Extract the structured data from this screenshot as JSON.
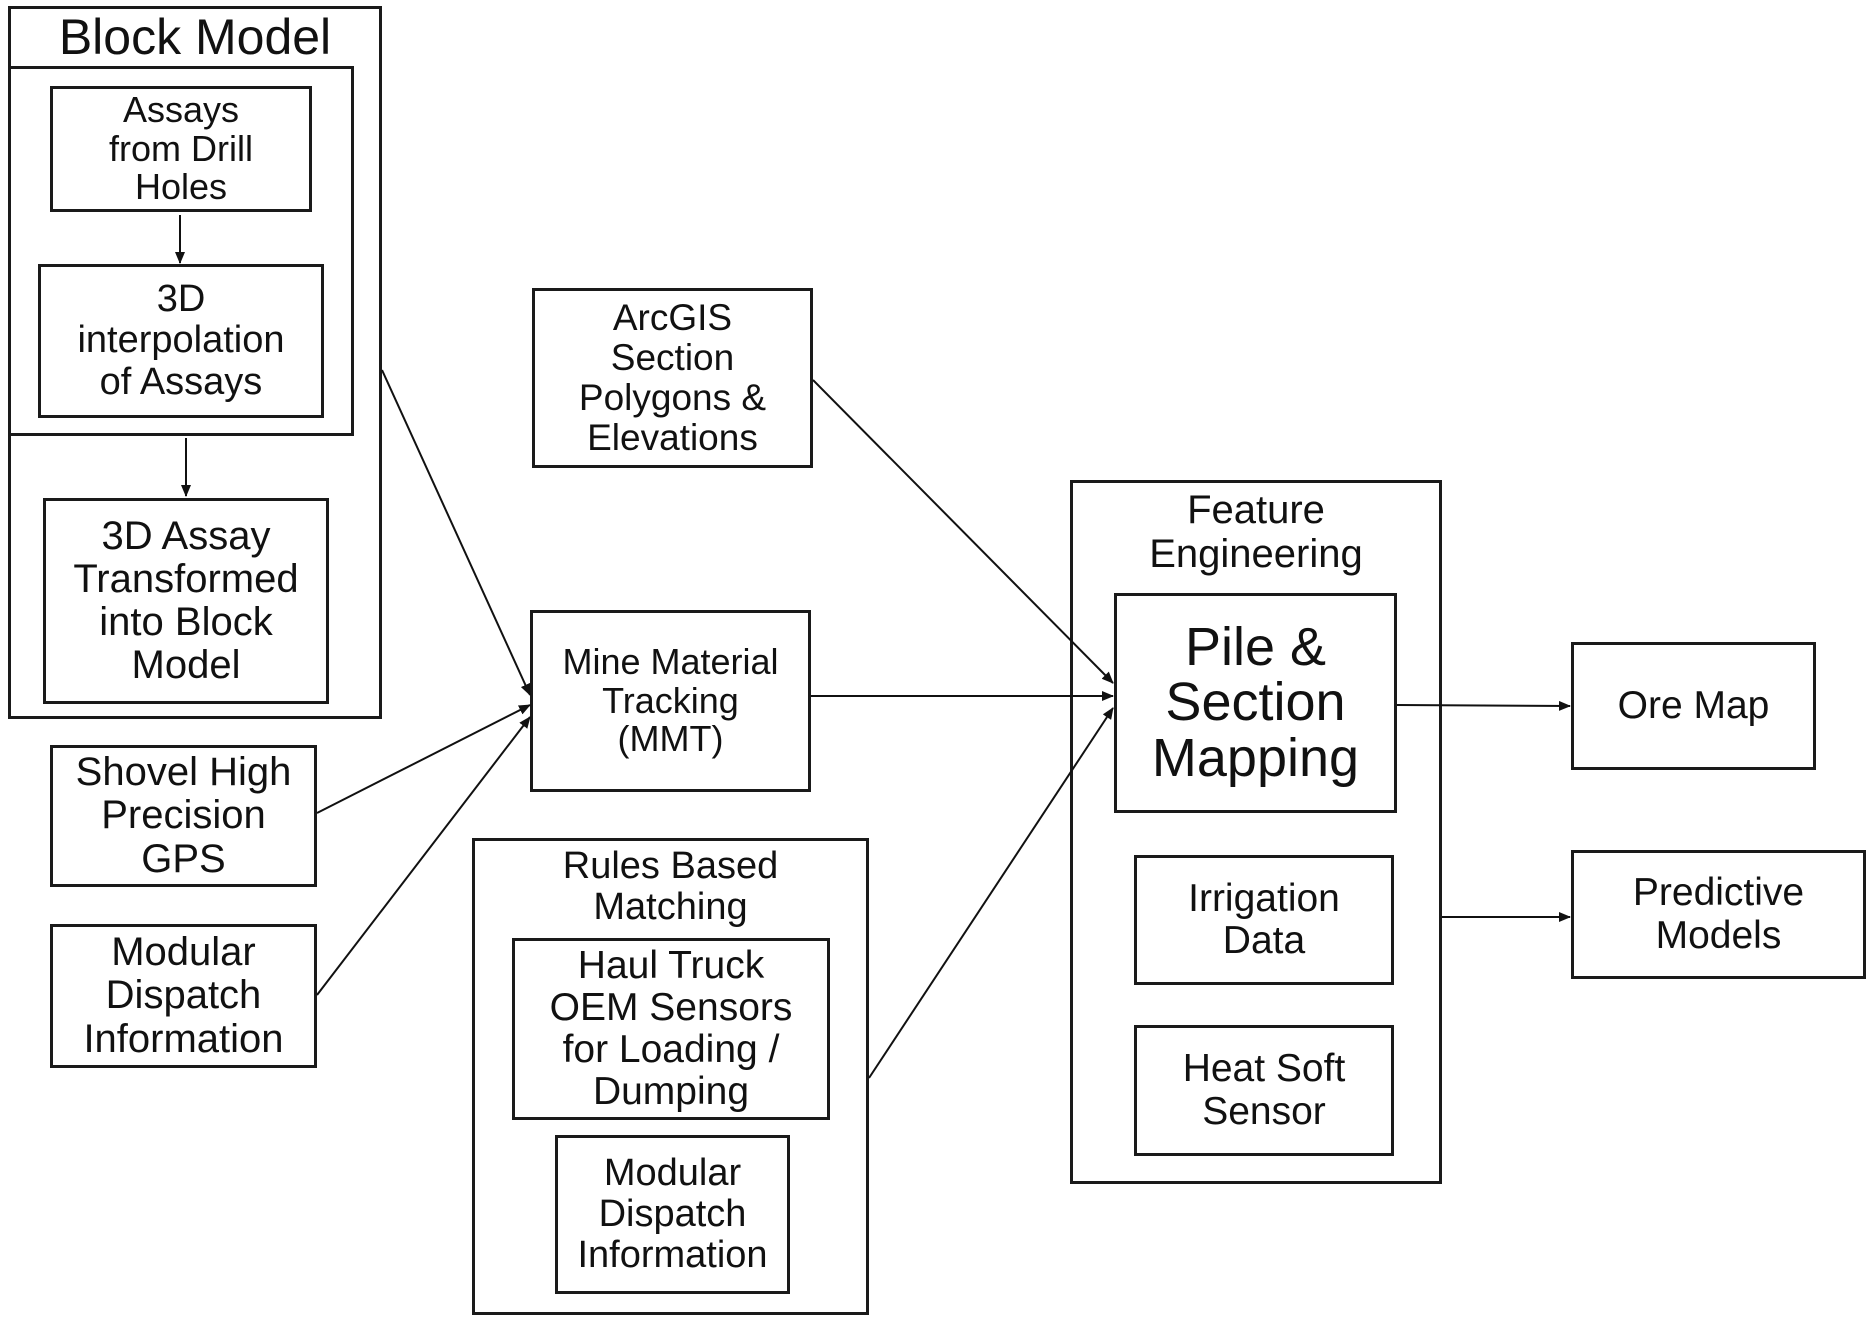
{
  "diagram": {
    "block_model": {
      "title": "Block Model",
      "assays": "Assays\nfrom Drill\nHoles",
      "interpolation": "3D\ninterpolation\nof Assays",
      "transformed": "3D Assay\nTransformed\ninto Block\nModel"
    },
    "shovel_gps": "Shovel High\nPrecision\nGPS",
    "modular_dispatch_left": "Modular\nDispatch\nInformation",
    "arcgis": "ArcGIS\nSection\nPolygons &\nElevations",
    "mmt": "Mine Material\nTracking\n(MMT)",
    "rules_based": {
      "title": "Rules Based\nMatching",
      "haul_truck": "Haul Truck\nOEM Sensors\nfor Loading /\nDumping",
      "modular_dispatch": "Modular\nDispatch\nInformation"
    },
    "feature_engineering": {
      "title": "Feature\nEngineering",
      "pile_section": "Pile &\nSection\nMapping",
      "irrigation": "Irrigation\nData",
      "heat_soft_sensor": "Heat Soft\nSensor"
    },
    "ore_map": "Ore Map",
    "predictive_models": "Predictive\nModels"
  }
}
